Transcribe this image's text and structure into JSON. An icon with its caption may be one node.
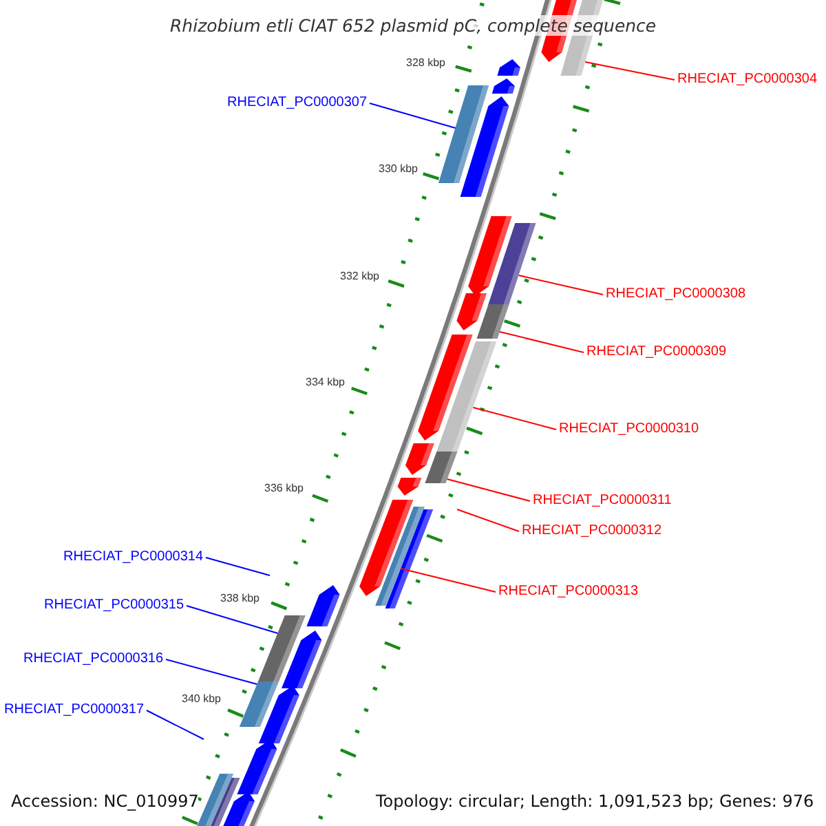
{
  "diagram": {
    "title": "Rhizobium etli CIAT 652 plasmid pC, complete sequence",
    "nodes": [
      {
        "text": [
          "RHECIAT_PC0000304"
        ]
      },
      {
        "text": [
          "RHECIAT_PC0000307"
        ]
      },
      {
        "text": [
          "RHECIAT_PC0000308"
        ]
      },
      {
        "text": [
          "RHECIAT_PC0000309"
        ]
      },
      {
        "text": [
          "RHECIAT_PC0000310"
        ]
      },
      {
        "text": [
          "RHECIAT_PC0000311"
        ]
      },
      {
        "text": [
          "RHECIAT_PC0000312"
        ]
      },
      {
        "text": [
          "RHECIAT_PC0000313"
        ]
      },
      {
        "text": [
          "RHECIAT_PC0000314"
        ]
      },
      {
        "text": [
          "RHECIAT_PC0000315"
        ]
      },
      {
        "text": [
          "RHECIAT_PC0000316"
        ]
      },
      {
        "text": [
          "RHECIAT_PC0000317"
        ]
      },
      {
        "text": [],
        "shape": "bar"
      },
      {
        "text": [],
        "shape": "bar"
      },
      {
        "text": [],
        "shape": "bar"
      },
      {
        "text": [],
        "shape": "bar"
      },
      {
        "text": [],
        "shape": "bar"
      },
      {
        "text": [],
        "shape": "bar"
      },
      {
        "text": [],
        "shape": "bar"
      },
      {
        "text": [],
        "shape": "bar"
      },
      {
        "text": [],
        "shape": "bar"
      }
    ],
    "edges": [
      {
        "from": 0,
        "to": 12,
        "arrow": "none"
      },
      {
        "from": 1,
        "to": 13,
        "arrow": "none",
        "color": "#0000ff"
      },
      {
        "from": 2,
        "to": 14,
        "arrow": "none"
      },
      {
        "from": 3,
        "to": 15,
        "arrow": "none"
      },
      {
        "from": 4,
        "to": 16,
        "arrow": "none"
      },
      {
        "from": 5,
        "to": 17,
        "arrow": "none"
      },
      {
        "from": 6,
        "to": null,
        "arrow": "none"
      },
      {
        "from": 7,
        "to": 18,
        "arrow": "none"
      },
      {
        "from": 8,
        "to": null,
        "arrow": "none",
        "color": "#0000ff"
      },
      {
        "from": 9,
        "to": 19,
        "arrow": "none",
        "color": "#0000ff"
      },
      {
        "from": 10,
        "to": 20,
        "arrow": "none",
        "color": "#0000ff"
      },
      {
        "from": 11,
        "to": null,
        "arrow": "none",
        "color": "#0000ff"
      }
    ],
    "labels": [
      "328 kbp",
      "330 kbp",
      "332 kbp",
      "334 kbp",
      "336 kbp",
      "338 kbp",
      "340 kbp",
      "Accession: NC_010997",
      "Topology: circular; Length: 1,091,523 bp; Genes: 976"
    ]
  }
}
